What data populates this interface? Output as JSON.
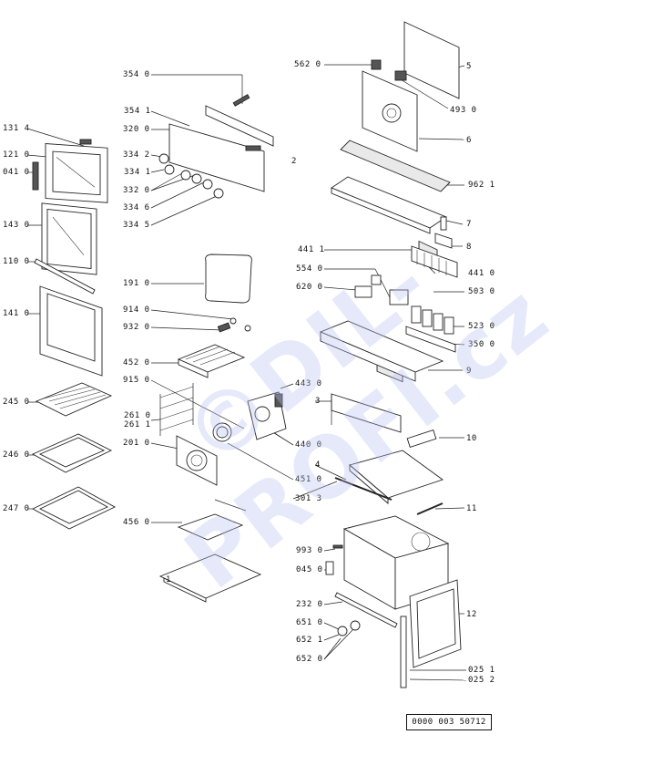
{
  "labels": {
    "l3540": "354 0",
    "l3541": "354 1",
    "l3200": "320 0",
    "l2": "2",
    "l3342": "334 2",
    "l3341": "334 1",
    "l3320": "332 0",
    "l3346": "334 6",
    "l3345": "334 5",
    "l1314": "131 4",
    "l1210": "121 0",
    "l0410": "041 0",
    "l1430": "143 0",
    "l1100": "110 0",
    "l1410": "141 0",
    "l2450": "245 0",
    "l2460": "246 0",
    "l2470": "247 0",
    "l1910": "191 0",
    "l9140": "914 0",
    "l9320": "932 0",
    "l4520": "452 0",
    "l9150": "915 0",
    "l2610": "261 0",
    "l2611": "261 1",
    "l2010": "201 0",
    "l4560": "456 0",
    "l1": "1",
    "l4430": "443 0",
    "l4400": "440 0",
    "l4510": "451 0",
    "l3013": "301 3",
    "l5620": "562 0",
    "l5": "5",
    "l4930": "493 0",
    "l6": "6",
    "l9621": "962 1",
    "l7": "7",
    "l8": "8",
    "l4411": "441 1",
    "l4410": "441 0",
    "l5540": "554 0",
    "l6200": "620 0",
    "l5030": "503 0",
    "l5230": "523 0",
    "l3500": "350 0",
    "l9": "9",
    "l3": "3",
    "l10": "10",
    "l4": "4",
    "l11": "11",
    "l9930": "993 0",
    "l0450": "045 0",
    "l2320": "232 0",
    "l12": "12",
    "l6510": "651 0",
    "l6521": "652 1",
    "l6520": "652 0",
    "l0251": "025 1",
    "l0252": "025 2"
  },
  "reference_code": "0000 003 50712",
  "watermark": "©DIL-PROFI.cz",
  "colors": {
    "line": "#222222",
    "watermark": "#b9c2f2"
  }
}
